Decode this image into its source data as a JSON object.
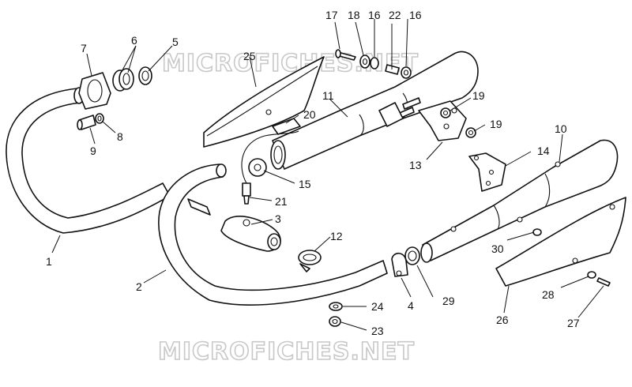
{
  "watermarks": [
    "MICROFICHES.NET",
    "MICROFICHES.NET"
  ],
  "labels": {
    "l1": "1",
    "l2": "2",
    "l3": "3",
    "l4": "4",
    "l5": "5",
    "l6": "6",
    "l7": "7",
    "l8": "8",
    "l9": "9",
    "l10": "10",
    "l11": "11",
    "l12": "12",
    "l13": "13",
    "l14": "14",
    "l15": "15",
    "l16a": "16",
    "l16b": "16",
    "l17": "17",
    "l18": "18",
    "l19a": "19",
    "l19b": "19",
    "l20": "20",
    "l21": "21",
    "l22": "22",
    "l23": "23",
    "l24": "24",
    "l25": "25",
    "l26": "26",
    "l27": "27",
    "l28": "28",
    "l29": "29",
    "l30": "30"
  }
}
